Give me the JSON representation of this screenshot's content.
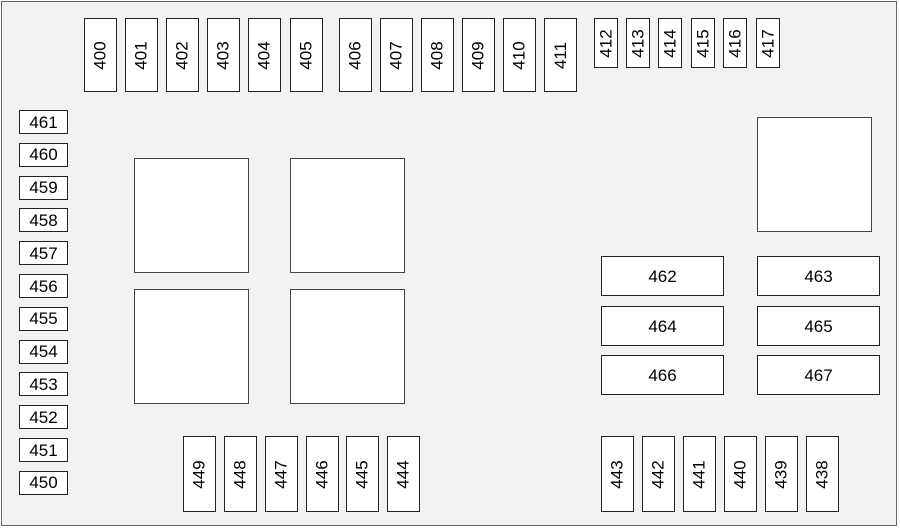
{
  "fuse_box": {
    "top_large_fuses": [
      "400",
      "401",
      "402",
      "403",
      "404",
      "405",
      "406",
      "407",
      "408",
      "409",
      "410",
      "411"
    ],
    "top_small_fuses": [
      "412",
      "413",
      "414",
      "415",
      "416",
      "417"
    ],
    "left_column_fuses": [
      "461",
      "460",
      "459",
      "458",
      "457",
      "456",
      "455",
      "454",
      "453",
      "452",
      "451",
      "450"
    ],
    "bottom_left_fuses": [
      "449",
      "448",
      "447",
      "446",
      "445",
      "444"
    ],
    "bottom_right_fuses": [
      "443",
      "442",
      "441",
      "440",
      "439",
      "438"
    ],
    "cartridge_fuses": [
      "462",
      "463",
      "464",
      "465",
      "466",
      "467"
    ],
    "relay_count": 5
  }
}
